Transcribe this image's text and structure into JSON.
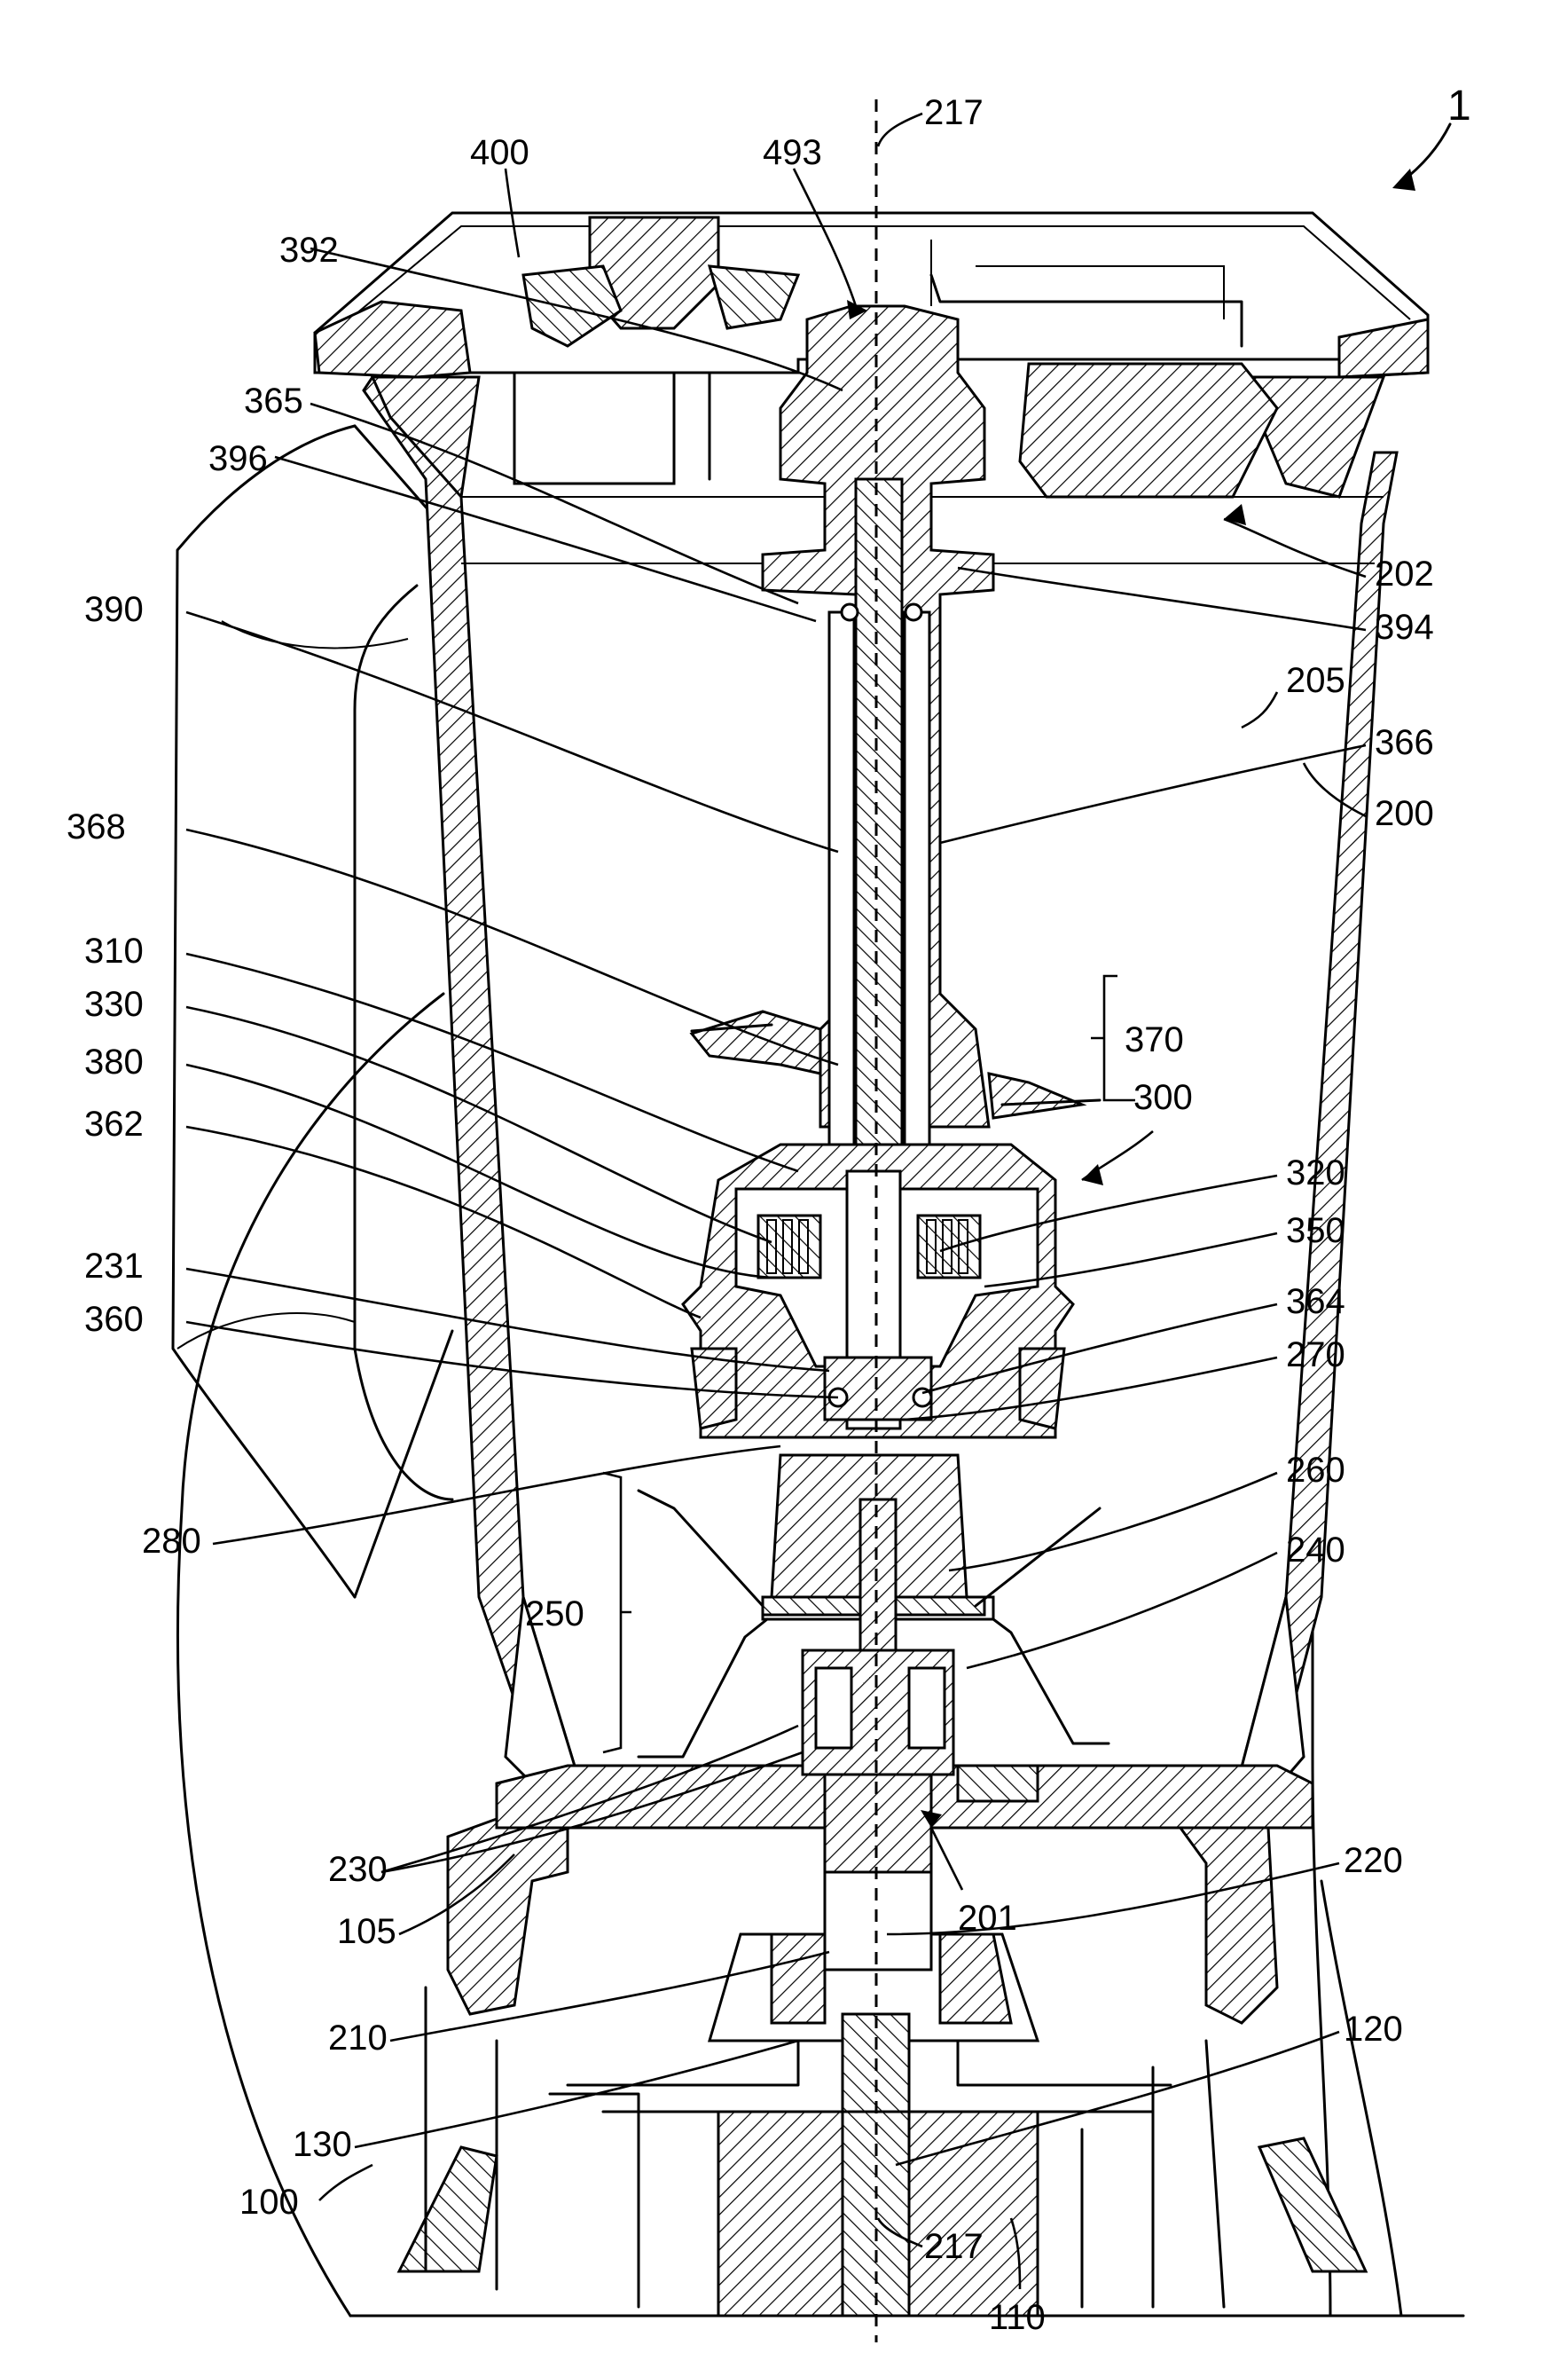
{
  "figure": {
    "number": "1"
  },
  "labels": [
    {
      "id": "217-top",
      "text": "217"
    },
    {
      "id": "493",
      "text": "493"
    },
    {
      "id": "400",
      "text": "400"
    },
    {
      "id": "392",
      "text": "392"
    },
    {
      "id": "365",
      "text": "365"
    },
    {
      "id": "396",
      "text": "396"
    },
    {
      "id": "390",
      "text": "390"
    },
    {
      "id": "368",
      "text": "368"
    },
    {
      "id": "310",
      "text": "310"
    },
    {
      "id": "330",
      "text": "330"
    },
    {
      "id": "380",
      "text": "380"
    },
    {
      "id": "362",
      "text": "362"
    },
    {
      "id": "231",
      "text": "231"
    },
    {
      "id": "360",
      "text": "360"
    },
    {
      "id": "280",
      "text": "280"
    },
    {
      "id": "250",
      "text": "250"
    },
    {
      "id": "230",
      "text": "230"
    },
    {
      "id": "105",
      "text": "105"
    },
    {
      "id": "210",
      "text": "210"
    },
    {
      "id": "130",
      "text": "130"
    },
    {
      "id": "100",
      "text": "100"
    },
    {
      "id": "217-bottom",
      "text": "217"
    },
    {
      "id": "110",
      "text": "110"
    },
    {
      "id": "120",
      "text": "120"
    },
    {
      "id": "220",
      "text": "220"
    },
    {
      "id": "201",
      "text": "201"
    },
    {
      "id": "240",
      "text": "240"
    },
    {
      "id": "260",
      "text": "260"
    },
    {
      "id": "270",
      "text": "270"
    },
    {
      "id": "364",
      "text": "364"
    },
    {
      "id": "350",
      "text": "350"
    },
    {
      "id": "320",
      "text": "320"
    },
    {
      "id": "300",
      "text": "300"
    },
    {
      "id": "370",
      "text": "370"
    },
    {
      "id": "200",
      "text": "200"
    },
    {
      "id": "366",
      "text": "366"
    },
    {
      "id": "205",
      "text": "205"
    },
    {
      "id": "394",
      "text": "394"
    },
    {
      "id": "202",
      "text": "202"
    }
  ]
}
